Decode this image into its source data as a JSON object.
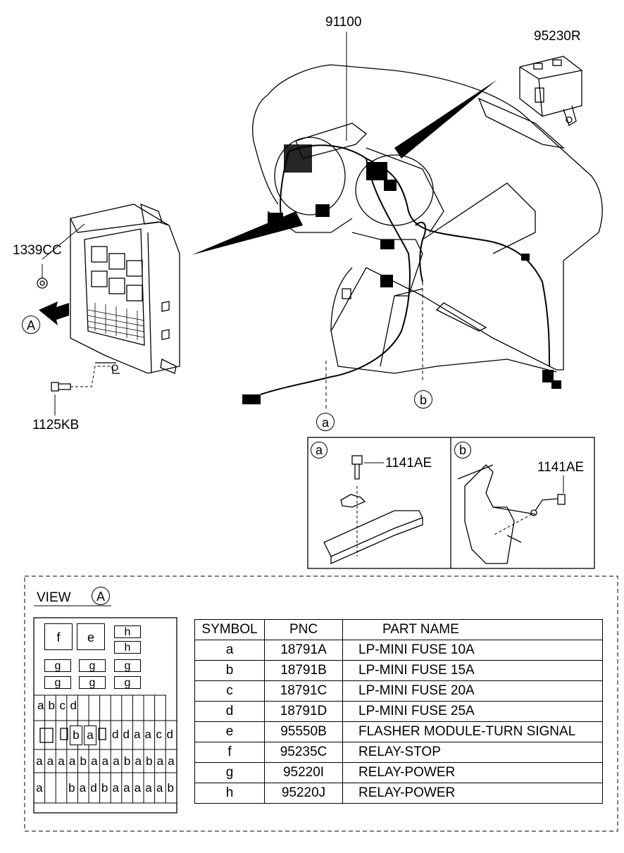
{
  "callouts": {
    "harness": "91100",
    "relay_box": "95230R",
    "nut": "1339CC",
    "bolt_main": "1125KB",
    "bolt_a": "1141AE",
    "bolt_b": "1141AE"
  },
  "markers": {
    "view_arrow": "A",
    "detail_a": "a",
    "detail_b": "b",
    "inset_a": "a",
    "inset_b": "b"
  },
  "view": {
    "title": "VIEW",
    "marker": "A"
  },
  "fuse_box": {
    "relays_large": [
      "f",
      "e"
    ],
    "relays_h": [
      "h",
      "h"
    ],
    "relays_g_row1": [
      "g",
      "g",
      "g"
    ],
    "relays_g_row2": [
      "g",
      "g",
      "g"
    ],
    "row_top_left": [
      "a",
      "b",
      "c",
      "d"
    ],
    "row_mid_boxed": [
      "b",
      "a"
    ],
    "row_mid_right": [
      "d",
      "d",
      "a",
      "a",
      "c",
      "d"
    ],
    "row_a": [
      "a",
      "a",
      "a",
      "a",
      "b",
      "a",
      "a",
      "a",
      "b",
      "a",
      "b",
      "a",
      "a"
    ],
    "row_b_left": [
      "a"
    ],
    "row_b_right": [
      "b",
      "a",
      "d",
      "b",
      "a",
      "a",
      "a",
      "a",
      "a",
      "b"
    ]
  },
  "table": {
    "headers": [
      "SYMBOL",
      "PNC",
      "PART NAME"
    ],
    "rows": [
      [
        "a",
        "18791A",
        "LP-MINI FUSE 10A"
      ],
      [
        "b",
        "18791B",
        "LP-MINI FUSE 15A"
      ],
      [
        "c",
        "18791C",
        "LP-MINI FUSE 20A"
      ],
      [
        "d",
        "18791D",
        "LP-MINI FUSE 25A"
      ],
      [
        "e",
        "95550B",
        "FLASHER MODULE-TURN SIGNAL"
      ],
      [
        "f",
        "95235C",
        "RELAY-STOP"
      ],
      [
        "g",
        "95220I",
        "RELAY-POWER"
      ],
      [
        "h",
        "95220J",
        "RELAY-POWER"
      ]
    ]
  }
}
